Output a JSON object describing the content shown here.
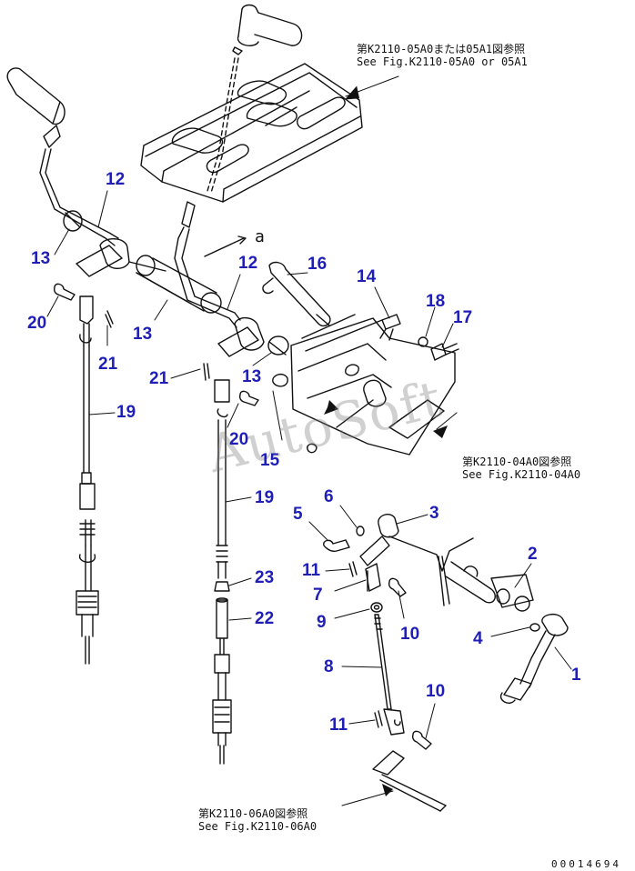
{
  "references": {
    "ref_05A0": {
      "line1": "第K2110-05A0または05A1図参照",
      "line2": "See Fig.K2110-05A0 or 05A1"
    },
    "ref_04A0": {
      "line1": "第K2110-04A0図参照",
      "line2": "See Fig.K2110-04A0"
    },
    "ref_06A0": {
      "line1": "第K2110-06A0図参照",
      "line2": "See Fig.K2110-06A0"
    }
  },
  "direction_mark": "a",
  "watermark": "AutoSoft",
  "catalog_number": "00014694",
  "part_numbers": {
    "p12a": "12",
    "p13a": "13",
    "p12b": "12",
    "p16": "16",
    "p14": "14",
    "p18": "18",
    "p17": "17",
    "p20a": "20",
    "p21a": "21",
    "p13b": "13",
    "p21b": "21",
    "p13c": "13",
    "p19a": "19",
    "p20b": "20",
    "p15": "15",
    "p19b": "19",
    "p6": "6",
    "p5": "5",
    "p3": "3",
    "p2": "2",
    "p11a": "11",
    "p7": "7",
    "p23": "23",
    "p9": "9",
    "p10a": "10",
    "p22": "22",
    "p4": "4",
    "p1": "1",
    "p8": "8",
    "p10b": "10",
    "p11b": "11"
  },
  "colors": {
    "part_number": "#1f1fb8",
    "line": "#111111"
  }
}
